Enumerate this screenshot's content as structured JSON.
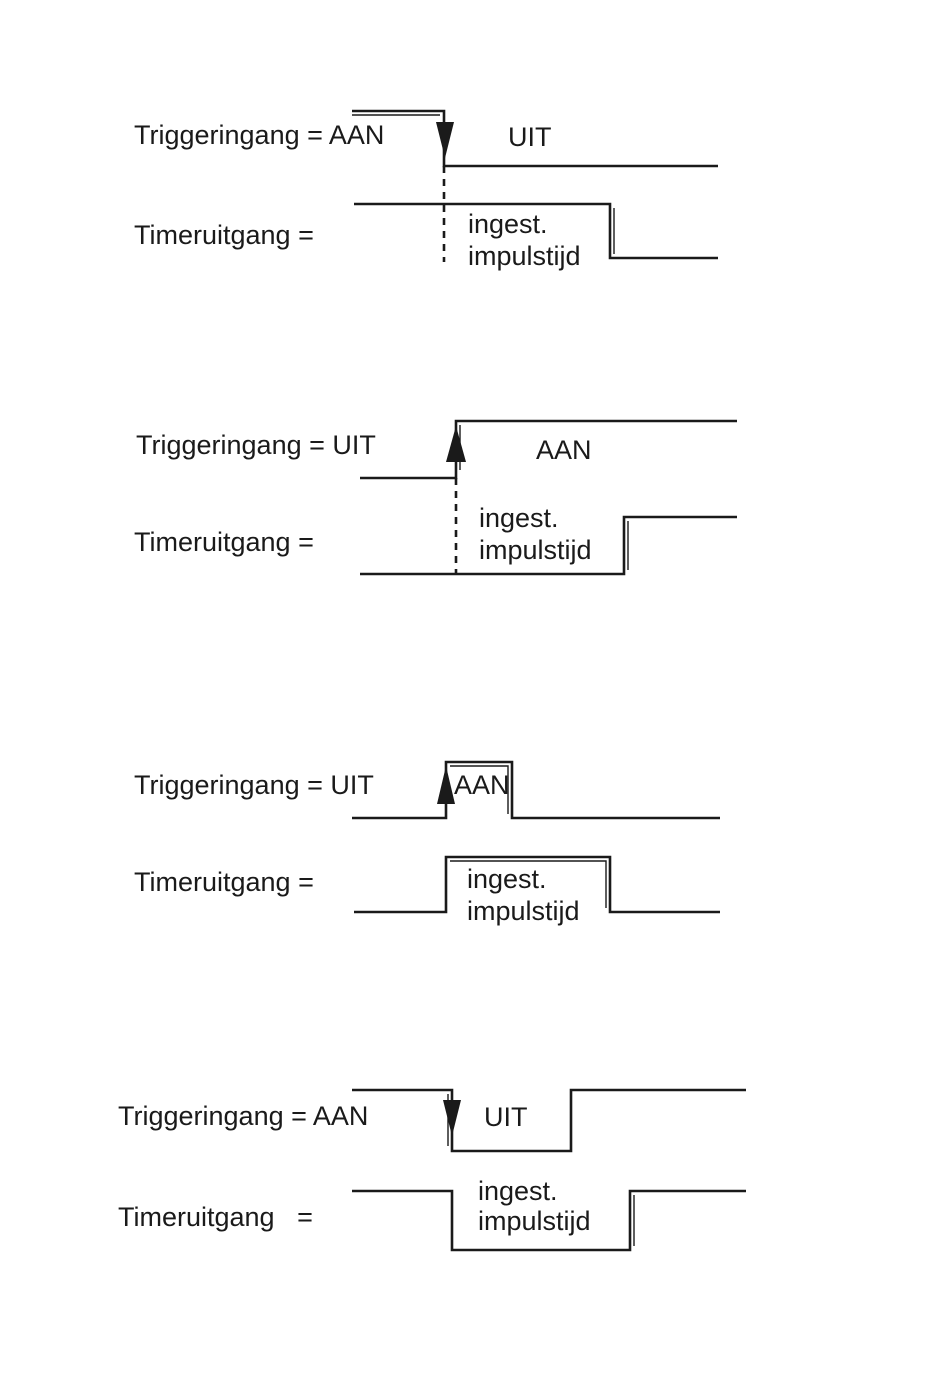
{
  "panels": [
    {
      "trigger_label": "Triggeringang = AAN",
      "state_label": "UIT",
      "output_label": "Timeruitgang =",
      "pulse_label_line1": "ingest.",
      "pulse_label_line2": "impulstijd"
    },
    {
      "trigger_label": "Triggeringang = UIT",
      "state_label": "AAN",
      "output_label": "Timeruitgang =",
      "pulse_label_line1": "ingest.",
      "pulse_label_line2": "impulstijd"
    },
    {
      "trigger_label": "Triggeringang = UIT",
      "state_label": "AAN",
      "output_label": "Timeruitgang =",
      "pulse_label_line1": "ingest.",
      "pulse_label_line2": "impulstijd"
    },
    {
      "trigger_label": "Triggeringang = AAN",
      "state_label": "UIT",
      "output_label": "Timeruitgang   =",
      "pulse_label_line1": "ingest.",
      "pulse_label_line2": "impulstijd"
    }
  ]
}
